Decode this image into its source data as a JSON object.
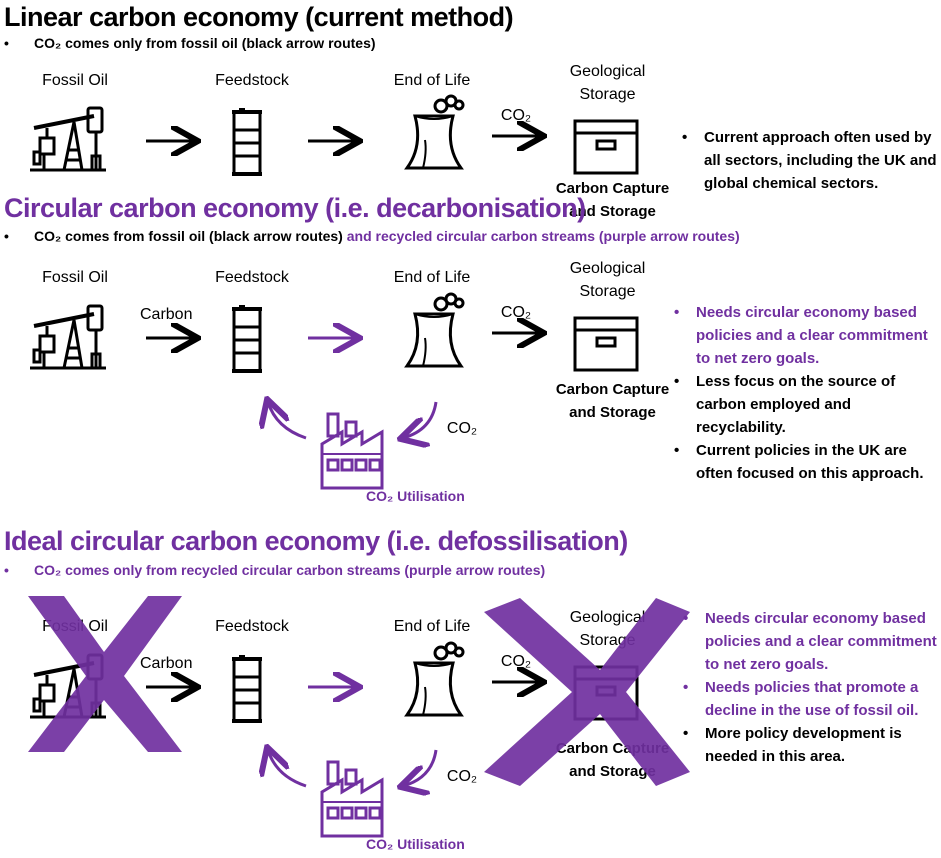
{
  "colors": {
    "purple": "#7030a0",
    "black": "#000000"
  },
  "section1": {
    "title": "Linear carbon economy (current method)",
    "bullet_black": "CO₂ comes only from fossil oil (black arrow routes)",
    "labels": {
      "fossil_oil": "Fossil Oil",
      "feedstock": "Feedstock",
      "end_of_life": "End of Life",
      "geological": "Geological",
      "storage": "Storage",
      "co2": "CO₂",
      "ccs1": "Carbon Capture",
      "ccs2": "and Storage"
    },
    "notes": [
      "Current approach often used by all sectors, including the UK and global chemical sectors."
    ]
  },
  "section2": {
    "title": "Circular carbon economy (i.e. decarbonisation)",
    "bullet_black": "CO₂ comes from fossil oil (black arrow routes) ",
    "bullet_purple": "and recycled circular carbon streams (purple arrow routes)",
    "labels": {
      "fossil_oil": "Fossil Oil",
      "feedstock": "Feedstock",
      "end_of_life": "End of Life",
      "geological": "Geological",
      "storage": "Storage",
      "carbon": "Carbon",
      "co2_top": "CO₂",
      "co2_loop": "CO₂",
      "ccs1": "Carbon Capture",
      "ccs2": "and Storage",
      "utilisation": "CO₂ Utilisation"
    },
    "notes_purple": [
      "Needs circular economy based policies and a clear commitment to net zero goals."
    ],
    "notes_black": [
      "Less focus on the source of carbon employed and recyclability.",
      "Current policies in the UK are often focused on this approach."
    ]
  },
  "section3": {
    "title": "Ideal circular carbon economy (i.e. defossilisation)",
    "bullet_purple": "CO₂ comes only from recycled circular carbon streams (purple arrow routes)",
    "labels": {
      "fossil_oil": "Fossil Oil",
      "feedstock": "Feedstock",
      "end_of_life": "End of Life",
      "geological": "Geological",
      "storage": "Storage",
      "carbon": "Carbon",
      "co2_top": "CO₂",
      "co2_loop": "CO₂",
      "ccs1": "Carbon Capture",
      "ccs2": "and Storage",
      "utilisation": "CO₂ Utilisation"
    },
    "notes_purple": [
      "Needs circular economy based policies and a clear commitment to net zero goals.",
      "Needs policies that promote a decline in the use of fossil oil."
    ],
    "notes_black": [
      "More policy development is needed in this area."
    ]
  }
}
